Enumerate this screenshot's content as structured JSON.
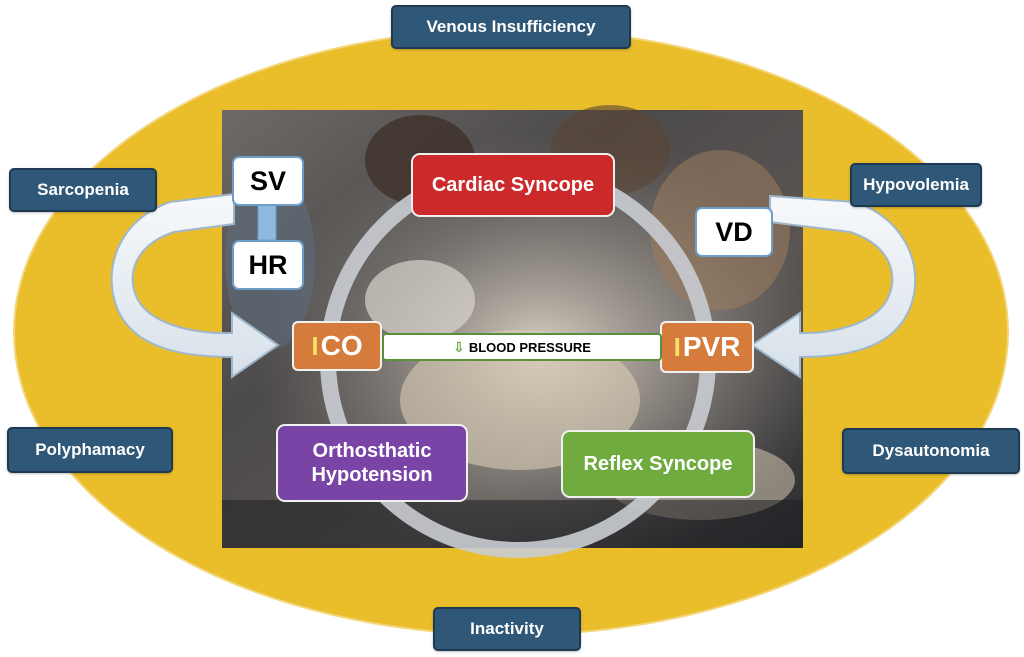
{
  "outer_factors": {
    "top": "Venous Insufficiency",
    "left_upper": "Sarcopenia",
    "right_upper": "Hypovolemia",
    "left_lower": "Polyphamacy",
    "right_lower": "Dysautonomia",
    "bottom": "Inactivity"
  },
  "syncope": {
    "cardiac": "Cardiac Syncope",
    "orthostatic": "Orthosthatic Hypotension",
    "reflex": "Reflex Syncope"
  },
  "hemodynamics": {
    "sv": "SV",
    "hr": "HR",
    "vd": "VD",
    "co": "CO",
    "pvr": "PVR",
    "co_tick": "I",
    "pvr_tick": "I",
    "blood_pressure": "BLOOD PRESSURE",
    "bp_arrow": "⇩"
  },
  "colors": {
    "ellipse": "#eabd2a",
    "outer_box": "#2f5777",
    "cardiac": "#cc2a2a",
    "orthostatic": "#7a44a6",
    "reflex": "#6fab3f",
    "orange": "#d57b3b",
    "arrow_band": "#eaf0f6"
  }
}
